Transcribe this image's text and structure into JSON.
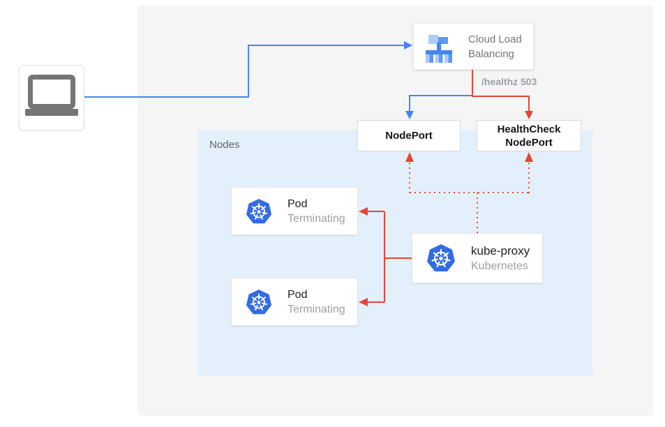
{
  "colors": {
    "traffic_blue": "#4285F4",
    "healthcheck_red": "#EA4335",
    "kubernetes_blue": "#326CE5",
    "panel_gray": "#F5F5F5",
    "nodes_panel_blue": "#E3F0FC"
  },
  "client": {
    "icon": "laptop-icon"
  },
  "load_balancer": {
    "label_line1": "Cloud Load",
    "label_line2": "Balancing",
    "icon": "cloud-load-balancing-icon"
  },
  "health_check_label": "/healthz 503",
  "nodes_panel": {
    "label": "Nodes"
  },
  "node_port": {
    "label": "NodePort"
  },
  "health_check_node_port": {
    "label_line1": "HealthCheck",
    "label_line2": "NodePort"
  },
  "pods": [
    {
      "title": "Pod",
      "status": "Terminating",
      "icon": "kubernetes-icon"
    },
    {
      "title": "Pod",
      "status": "Terminating",
      "icon": "kubernetes-icon"
    }
  ],
  "kube_proxy": {
    "title": "kube-proxy",
    "subtitle": "Kubernetes",
    "icon": "kubernetes-icon"
  }
}
